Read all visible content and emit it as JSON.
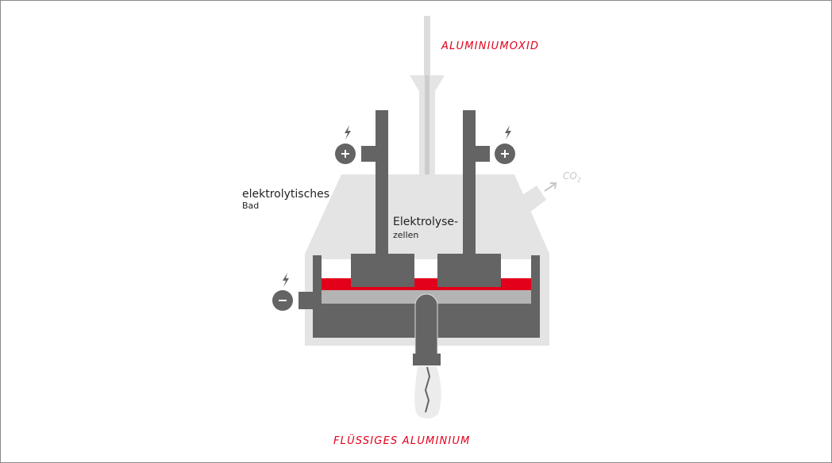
{
  "labels": {
    "input": "ALUMINIUMOXID",
    "output": "FLÜSSIGES ALUMINIUM",
    "co2_main": "CO",
    "co2_sub": "2",
    "bath_line1": "elektrolytisches",
    "bath_line2": "Bad",
    "cells_line1": "Elektrolyse-",
    "cells_line2": "zellen"
  },
  "terminals": [
    {
      "polarity": "+",
      "icon": "lightning-icon"
    },
    {
      "polarity": "+",
      "icon": "lightning-icon"
    },
    {
      "polarity": "−",
      "icon": "lightning-icon"
    }
  ],
  "colors": {
    "accent_red": "#e2001a",
    "dark_gray": "#646464",
    "light_gray": "#e4e4e4",
    "mid_gray": "#b4b4b4",
    "co2_gray": "#c8c8c8"
  }
}
